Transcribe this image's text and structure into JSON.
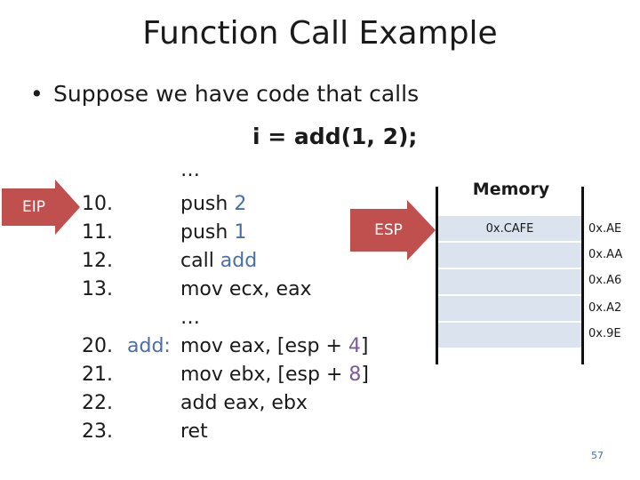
{
  "title": "Function Call Example",
  "bullet": {
    "marker": "•",
    "text": "Suppose we have code that calls",
    "call": "i = add(1, 2);"
  },
  "pointers": {
    "eip": "EIP",
    "esp": "ESP"
  },
  "code": {
    "top_ellipsis": "…",
    "mid_ellipsis": "…",
    "lines": [
      {
        "num": "10.",
        "label": "",
        "parts": [
          "push ",
          "2",
          ""
        ]
      },
      {
        "num": "11.",
        "label": "",
        "parts": [
          "push ",
          "1",
          ""
        ]
      },
      {
        "num": "12.",
        "label": "",
        "parts": [
          "call ",
          "add",
          ""
        ]
      },
      {
        "num": "13.",
        "label": "",
        "parts": [
          "mov ecx, eax",
          "",
          ""
        ]
      },
      {
        "num": "20.",
        "label": "add:",
        "parts": [
          "mov eax, [esp + ",
          "4",
          "]"
        ]
      },
      {
        "num": "21.",
        "label": "",
        "parts": [
          "mov ebx, [esp + ",
          "8",
          "]"
        ]
      },
      {
        "num": "22.",
        "label": "",
        "parts": [
          "add eax, ebx",
          "",
          ""
        ]
      },
      {
        "num": "23.",
        "label": "",
        "parts": [
          "ret",
          "",
          ""
        ]
      }
    ]
  },
  "memory": {
    "title": "Memory",
    "cells": [
      "0x.CAFE",
      "",
      "",
      "",
      ""
    ],
    "addresses": [
      "0x.AE",
      "0x.AA",
      "0x.A6",
      "0x.A2",
      "0x.9E"
    ]
  },
  "page_number": "57",
  "colors": {
    "arrow": "#c0504d",
    "memory_cell": "#dbe3ef",
    "accent_blue": "#4a6fa5",
    "accent_purple": "#7a5c9c"
  }
}
